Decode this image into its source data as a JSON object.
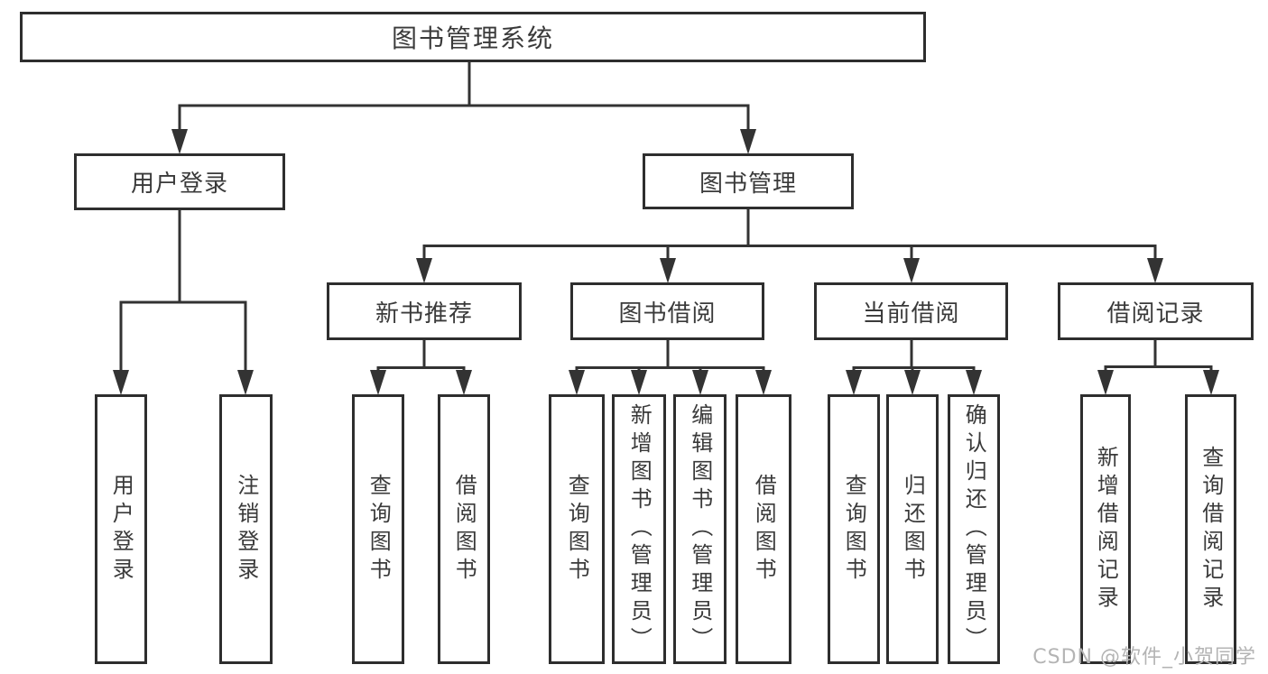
{
  "tree": {
    "root": {
      "label": "图书管理系统"
    },
    "branches": [
      {
        "label": "用户登录",
        "leaves": [
          {
            "label": "用户登录"
          },
          {
            "label": "注销登录"
          }
        ]
      },
      {
        "label": "图书管理",
        "groups": [
          {
            "label": "新书推荐",
            "leaves": [
              {
                "label": "查询图书"
              },
              {
                "label": "借阅图书"
              }
            ]
          },
          {
            "label": "图书借阅",
            "leaves": [
              {
                "label": "查询图书"
              },
              {
                "label": "新增图书（管理员）"
              },
              {
                "label": "编辑图书（管理员）"
              },
              {
                "label": "借阅图书"
              }
            ]
          },
          {
            "label": "当前借阅",
            "leaves": [
              {
                "label": "查询图书"
              },
              {
                "label": "归还图书"
              },
              {
                "label": "确认归还（管理员）"
              }
            ]
          },
          {
            "label": "借阅记录",
            "leaves": [
              {
                "label": "新增借阅记录"
              },
              {
                "label": "查询借阅记录"
              }
            ]
          }
        ]
      }
    ]
  },
  "watermark": {
    "text": "CSDN @软件_小贺同学"
  },
  "colors": {
    "line": "#333333",
    "box_border": "#2e2e2e",
    "text": "#3a3a3a",
    "watermark_text": "#b4b4b4",
    "background": "#ffffff"
  }
}
